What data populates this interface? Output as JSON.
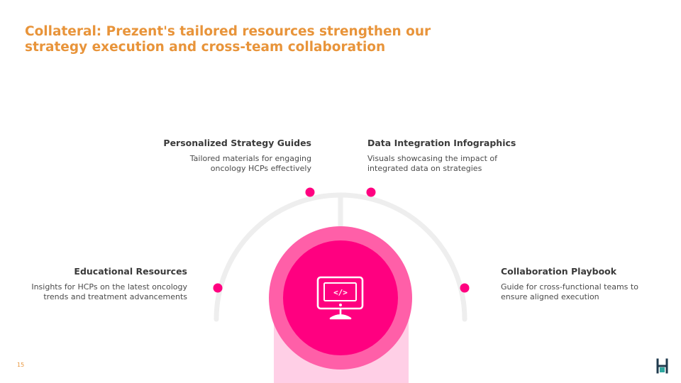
{
  "slide": {
    "title": "Collateral: Prezent's tailored resources strengthen our strategy execution and cross-team collaboration",
    "page_number": "15"
  },
  "items": [
    {
      "heading": "Personalized Strategy Guides",
      "description": "Tailored materials for engaging\noncology HCPs effectively"
    },
    {
      "heading": "Data Integration Infographics",
      "description": "Visuals showcasing the impact of\nintegrated data on strategies"
    },
    {
      "heading": "Educational Resources",
      "description": "Insights for HCPs on the latest oncology\ntrends and treatment advancements"
    },
    {
      "heading": "Collaboration Playbook",
      "description": "Guide for cross-functional teams to\nensure aligned execution"
    }
  ],
  "center_icon": {
    "name": "monitor-code-icon",
    "glyph": "</>"
  },
  "colors": {
    "title": "#E8943A",
    "accent": "#FF0080",
    "ring": "#FF5FA8",
    "stem": "#FFCFE6",
    "arc": "#EEEEEE",
    "text": "#3a3a3a"
  }
}
